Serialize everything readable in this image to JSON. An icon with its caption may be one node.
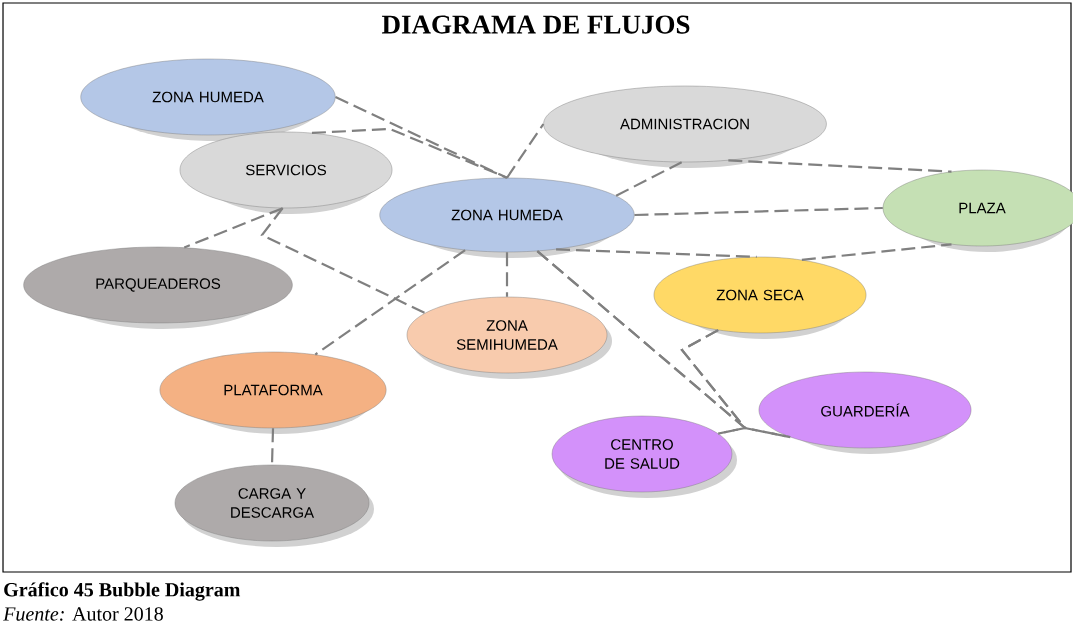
{
  "diagram": {
    "title": "DIAGRAMA DE FLUJOS",
    "caption": "Gráfico 45 Bubble Diagram",
    "nodes": [
      {
        "text": [
          "ZONA HUMEDA"
        ]
      },
      {
        "text": [
          "SERVICIOS"
        ]
      },
      {
        "text": [
          "ADMINISTRACION"
        ]
      },
      {
        "text": [
          "ZONA HUMEDA"
        ]
      },
      {
        "text": [
          "PLAZA"
        ]
      },
      {
        "text": [
          "PARQUEADEROS"
        ]
      },
      {
        "text": [
          "ZONA SECA"
        ]
      },
      {
        "text": [
          "ZONA SEMIHUMEDA"
        ]
      },
      {
        "text": [
          "PLATAFORMA"
        ]
      },
      {
        "text": [
          "GUARDERÍA"
        ]
      },
      {
        "text": [
          "CENTRO DE SALUD"
        ]
      },
      {
        "text": [
          "CARGA Y DESCARGA"
        ]
      }
    ],
    "edges": [
      {
        "from": 0,
        "to": 3,
        "arrow": "none"
      },
      {
        "from": 1,
        "to": 3,
        "arrow": "none"
      },
      {
        "from": 3,
        "to": 2,
        "arrow": "none"
      },
      {
        "from": 3,
        "to": 2,
        "arrow": "none"
      },
      {
        "from": 2,
        "to": 4,
        "arrow": "none"
      },
      {
        "from": 3,
        "to": 4,
        "arrow": "none"
      },
      {
        "from": 3,
        "to": 6,
        "arrow": "none"
      },
      {
        "from": 6,
        "to": 4,
        "arrow": "none"
      },
      {
        "from": 3,
        "to": 7,
        "arrow": "none"
      },
      {
        "from": 1,
        "to": 5,
        "arrow": "none"
      },
      {
        "from": 1,
        "to": 7,
        "arrow": "none"
      },
      {
        "from": 3,
        "to": 8,
        "arrow": "none"
      },
      {
        "from": 8,
        "to": 11,
        "arrow": "none"
      },
      {
        "from": 3,
        "to": 10,
        "arrow": "none"
      },
      {
        "from": 3,
        "to": 9,
        "arrow": "none"
      },
      {
        "from": 6,
        "to": 10,
        "arrow": "none"
      },
      {
        "from": 6,
        "to": 9,
        "arrow": "none"
      }
    ],
    "labels": [
      "*Fuente:* Autor 2018"
    ]
  }
}
